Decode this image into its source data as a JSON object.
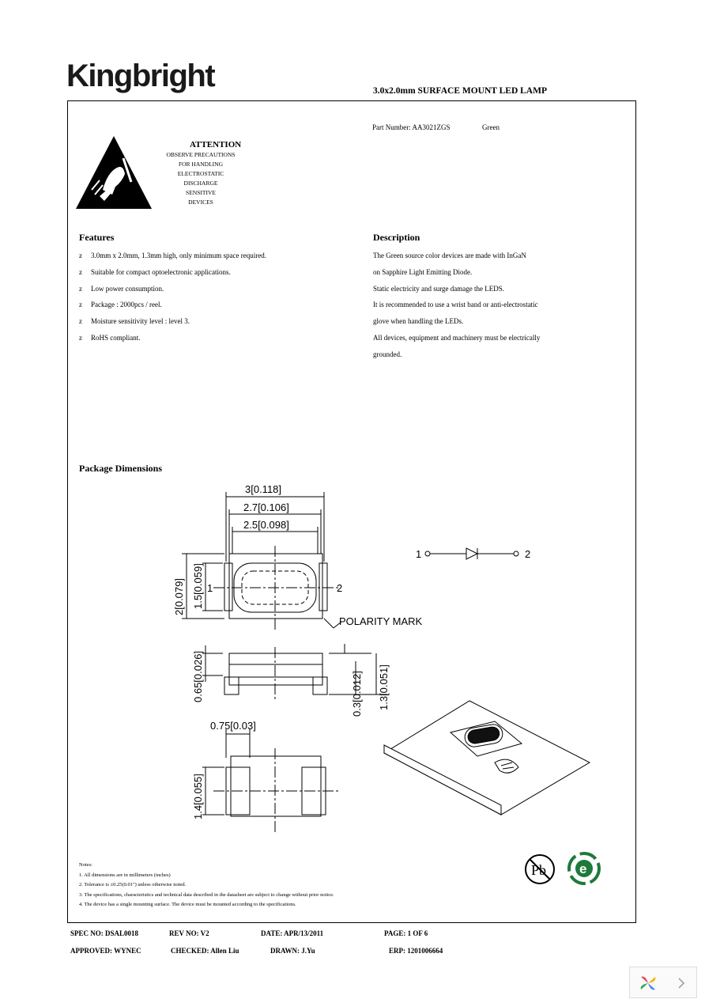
{
  "header": {
    "brand": "Kingbright",
    "doc_title": "3.0x2.0mm SURFACE MOUNT LED LAMP"
  },
  "part": {
    "label": "Part Number: AA3021ZGS",
    "color": "Green"
  },
  "attention": {
    "title": "ATTENTION",
    "lines": [
      "OBSERVE PRECAUTIONS",
      "FOR HANDLING",
      "ELECTROSTATIC",
      "DISCHARGE",
      "SENSITIVE",
      "DEVICES"
    ]
  },
  "features": {
    "heading": "Features",
    "bullet": "z",
    "items": [
      "3.0mm x 2.0mm, 1.3mm high, only minimum space required.",
      "Suitable for compact optoelectronic applications.",
      "Low power consumption.",
      "Package : 2000pcs / reel.",
      "Moisture sensitivity level : level 3.",
      "RoHS compliant."
    ]
  },
  "description": {
    "heading": "Description",
    "lines": [
      "The Green source color devices are made with InGaN",
      "on Sapphire Light Emitting Diode.",
      "Static electricity and surge damage the LEDS.",
      "It is recommended to use a wrist band or anti-electrostatic",
      "glove when handling the LEDs.",
      "All devices, equipment and machinery must be electrically",
      "grounded."
    ]
  },
  "package": {
    "heading": "Package Dimensions",
    "dims": {
      "width_3": "3[0.118]",
      "width_27": "2.7[0.106]",
      "width_25": "2.5[0.098]",
      "height_2": "2[0.079]",
      "height_15": "1.5[0.059]",
      "pin1": "1",
      "pin2": "2",
      "polarity": "POLARITY MARK",
      "h_065": "0.65[0.026]",
      "h_03": "0.3[0.012]",
      "h_13": "1.3[0.051]",
      "w_075": "0.75[0.03]",
      "h_14": "1.4[0.055]"
    },
    "schematic": {
      "pin1": "1",
      "pin2": "2"
    }
  },
  "notes": {
    "title": "Notes:",
    "items": [
      "1. All dimensions are in millimeters (inches)",
      "2. Tolerance is ±0.25(0.01\") unless otherwise noted.",
      "3. The specifications, characteristics and technical data described in the datasheet are subject to change without prior notice.",
      "4. The device has a single mounting surface. The device must be mounted according to the specifications."
    ]
  },
  "badges": {
    "pb": "Pb",
    "eco": "e"
  },
  "footer": {
    "spec_no": "SPEC NO: DSAL0018",
    "rev_no": "REV NO: V2",
    "date": "DATE: APR/13/2011",
    "page": "PAGE: 1 OF 6",
    "approved": "APPROVED: WYNEC",
    "checked": "CHECKED: Allen Liu",
    "drawn": "DRAWN: J.Yu",
    "erp": "ERP: 1201006664"
  },
  "nav": {
    "next_icon": "chevron-right-icon",
    "brand_icon": "pinwheel-icon"
  }
}
